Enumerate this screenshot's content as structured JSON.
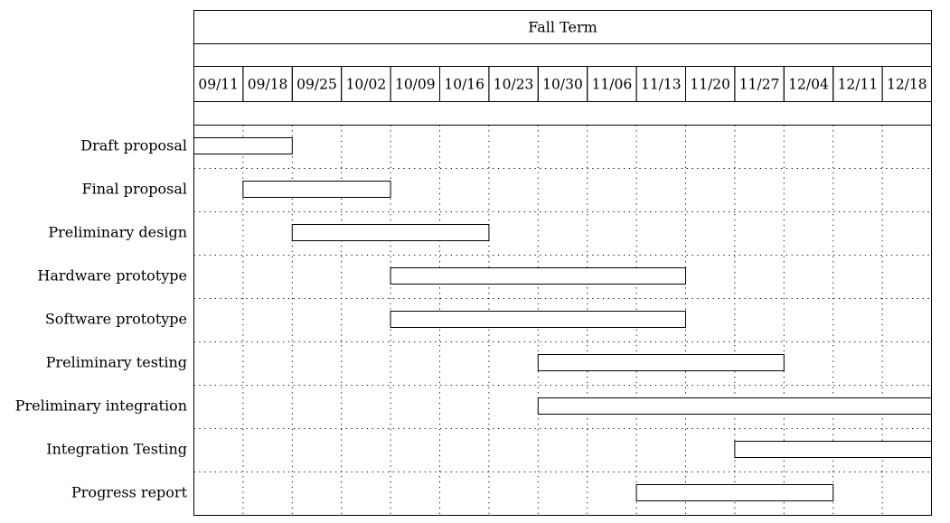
{
  "chart_data": {
    "type": "gantt",
    "title": "Fall Term",
    "time_unit": "week",
    "weeks": [
      "09/11",
      "09/18",
      "09/25",
      "10/02",
      "10/09",
      "10/16",
      "10/23",
      "10/30",
      "11/06",
      "11/13",
      "11/20",
      "11/27",
      "12/04",
      "12/11",
      "12/18"
    ],
    "tasks": [
      {
        "name": "Draft proposal",
        "start": "09/11",
        "end": "09/25"
      },
      {
        "name": "Final proposal",
        "start": "09/18",
        "end": "10/09"
      },
      {
        "name": "Preliminary design",
        "start": "09/25",
        "end": "10/23"
      },
      {
        "name": "Hardware prototype",
        "start": "10/09",
        "end": "11/20"
      },
      {
        "name": "Software prototype",
        "start": "10/09",
        "end": "11/20"
      },
      {
        "name": "Preliminary testing",
        "start": "10/30",
        "end": "12/04"
      },
      {
        "name": "Preliminary integration",
        "start": "10/30",
        "end": "end of term"
      },
      {
        "name": "Integration Testing",
        "start": "11/27",
        "end": "end of term"
      },
      {
        "name": "Progress report",
        "start": "11/13",
        "end": "12/11"
      }
    ],
    "grid": true,
    "grid_style": "dotted",
    "bar_fill": "#ffffff",
    "bar_stroke": "#000000"
  }
}
